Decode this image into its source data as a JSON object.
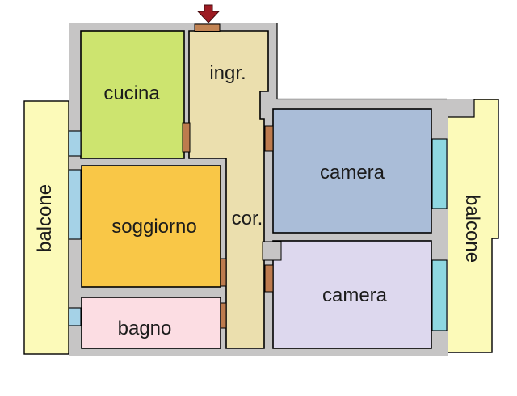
{
  "rooms": {
    "cucina": {
      "label": "cucina",
      "fill": "#cde46f"
    },
    "ingresso": {
      "label": "ingr.",
      "fill": "#ebdfae"
    },
    "corridoio": {
      "label": "cor.",
      "fill": "#ebdfae"
    },
    "camera_nord": {
      "label": "camera",
      "fill": "#aabdd8"
    },
    "camera_sud": {
      "label": "camera",
      "fill": "#ddd8ee"
    },
    "soggiorno": {
      "label": "soggiorno",
      "fill": "#f9c747"
    },
    "bagno": {
      "label": "bagno",
      "fill": "#fcdde3"
    },
    "balcone_ovest": {
      "label": "balcone",
      "fill": "#fcfab9"
    },
    "balcone_est": {
      "label": "balcone",
      "fill": "#fcfab9"
    }
  },
  "palette": {
    "background": "#ffffff",
    "wall": "#c6c5c5",
    "window_left": "#a5d2e7",
    "window_right": "#8ed7e1",
    "door": "#bd7b4e",
    "door_entrance": "#c28454",
    "entrance_arrow": "#9d1b22",
    "label_text": "#1b1b1b",
    "outline": "#000000"
  }
}
